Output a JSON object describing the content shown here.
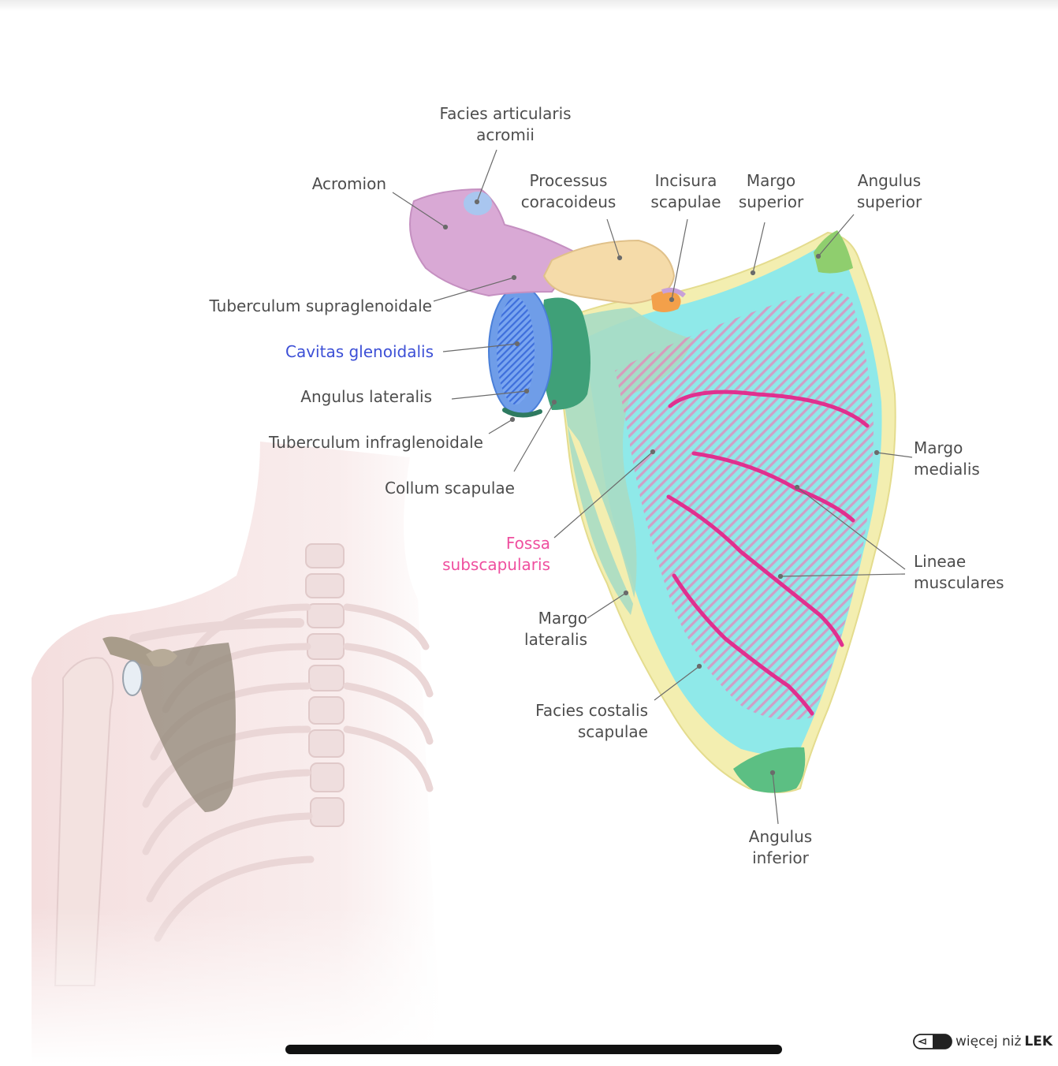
{
  "labels": {
    "facies_articularis_acromii": [
      "Facies articularis",
      "acromii"
    ],
    "acromion": [
      "Acromion"
    ],
    "processus_coracoideus": [
      "Processus",
      "coracoideus"
    ],
    "incisura_scapulae": [
      "Incisura",
      "scapulae"
    ],
    "margo_superior": [
      "Margo",
      "superior"
    ],
    "angulus_superior": [
      "Angulus",
      "superior"
    ],
    "tuberculum_supraglenoidale": [
      "Tuberculum supraglenoidale"
    ],
    "cavitas_glenoidalis": [
      "Cavitas glenoidalis"
    ],
    "angulus_lateralis": [
      "Angulus lateralis"
    ],
    "tuberculum_infraglenoidale": [
      "Tuberculum infraglenoidale"
    ],
    "collum_scapulae": [
      "Collum scapulae"
    ],
    "margo_medialis": [
      "Margo",
      "medialis"
    ],
    "fossa_subscapularis": [
      "Fossa",
      "subscapularis"
    ],
    "lineae_musculares": [
      "Lineae",
      "musculares"
    ],
    "margo_lateralis": [
      "Margo",
      "lateralis"
    ],
    "facies_costalis_scapulae": [
      "Facies costalis",
      "scapulae"
    ],
    "angulus_inferior": [
      "Angulus",
      "inferior"
    ]
  },
  "brand": {
    "prefix": "więcej niż",
    "name": "LEK",
    "icon": "pill-icon"
  },
  "colors": {
    "label_text": "#4d4d4d",
    "highlight_blue": "#3c4fd6",
    "highlight_pink": "#ef4f9f",
    "costal_surface": "#8ee8e8",
    "border_yellow": "#f3eeb0",
    "acromion": "#d8a8d4",
    "coracoid": "#f5d9a8",
    "glenoid": "#6f9de8",
    "neck": "#4fb08a",
    "angle_green": "#7fca6a",
    "muscle_lines": "#e0308f"
  }
}
